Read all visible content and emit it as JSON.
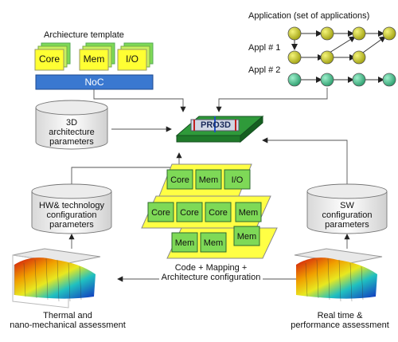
{
  "arch_template": {
    "title": "Archiecture template",
    "tiles": [
      "Core",
      "Mem",
      "I/O"
    ],
    "noc": "NoC"
  },
  "application": {
    "title": "Application (set of applications)",
    "appl1": "Appl # 1",
    "appl2": "Appl # 2"
  },
  "cylinders": {
    "arch3d": [
      "3D",
      "architecture",
      "parameters"
    ],
    "hw": [
      "HW& technology",
      "configuration",
      "parameters"
    ],
    "sw": [
      "SW",
      "configuration",
      "parameters"
    ]
  },
  "center": {
    "logo": "PRO3D",
    "layer1": [
      "Core",
      "Mem",
      "I/O"
    ],
    "layer2": [
      "Core",
      "Core",
      "Core",
      "Mem"
    ],
    "layer3": [
      "Mem",
      "Mem",
      "Mem"
    ],
    "caption": [
      "Code + Mapping +",
      "Architecture configuration"
    ]
  },
  "assessments": {
    "thermal": [
      "Thermal and",
      "nano-mechanical assessment"
    ],
    "realtime": [
      "Real time &",
      "performance assessment"
    ]
  },
  "colors": {
    "tile_yellow": "#ffff33",
    "tile_green": "#7ed957",
    "noc_blue": "#3a78d0",
    "node_yellow": "#c8c81a",
    "node_green": "#40c890",
    "layer_yellow": "#ffff44"
  }
}
